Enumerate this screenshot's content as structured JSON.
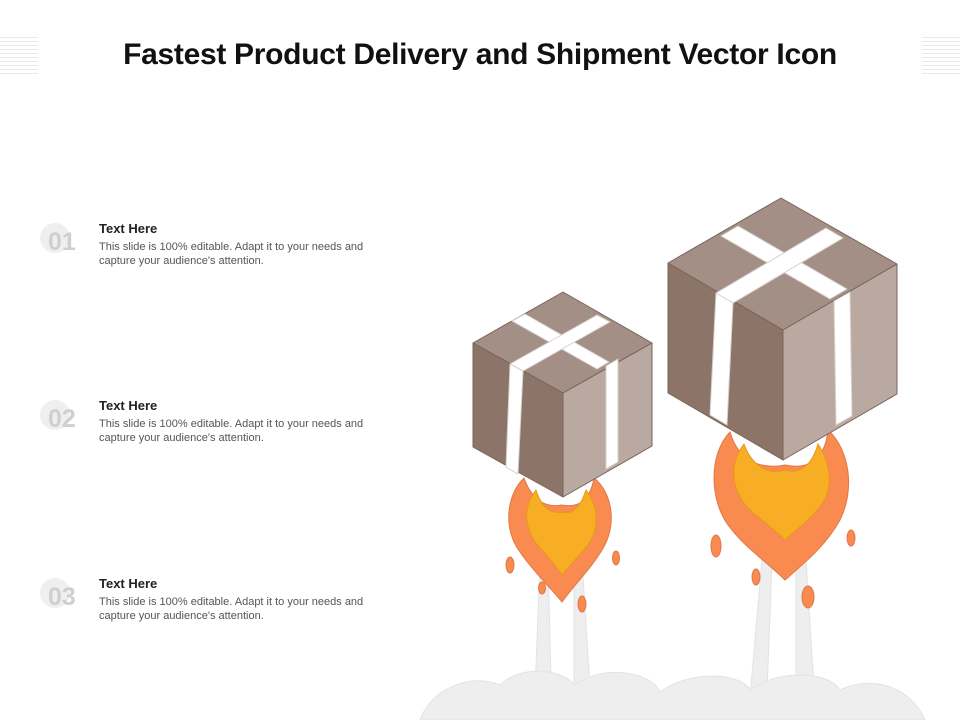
{
  "title": "Fastest Product Delivery and Shipment Vector Icon",
  "points": [
    {
      "number": "01",
      "heading": "Text Here",
      "body": "This slide is 100% editable. Adapt it to your needs and capture your audience's attention."
    },
    {
      "number": "02",
      "heading": "Text Here",
      "body": "This slide is 100% editable. Adapt it to your needs and capture your audience's attention."
    },
    {
      "number": "03",
      "heading": "Text Here",
      "body": "This slide is 100% editable. Adapt it to your needs and capture your audience's attention."
    }
  ],
  "colors": {
    "box_top": "#a38f86",
    "box_left": "#8c7468",
    "box_right": "#b9a9a1",
    "tape": "#ffffff",
    "flame_outer": "#f98a50",
    "flame_inner": "#f8ae24",
    "smoke": "#eeeeee"
  }
}
